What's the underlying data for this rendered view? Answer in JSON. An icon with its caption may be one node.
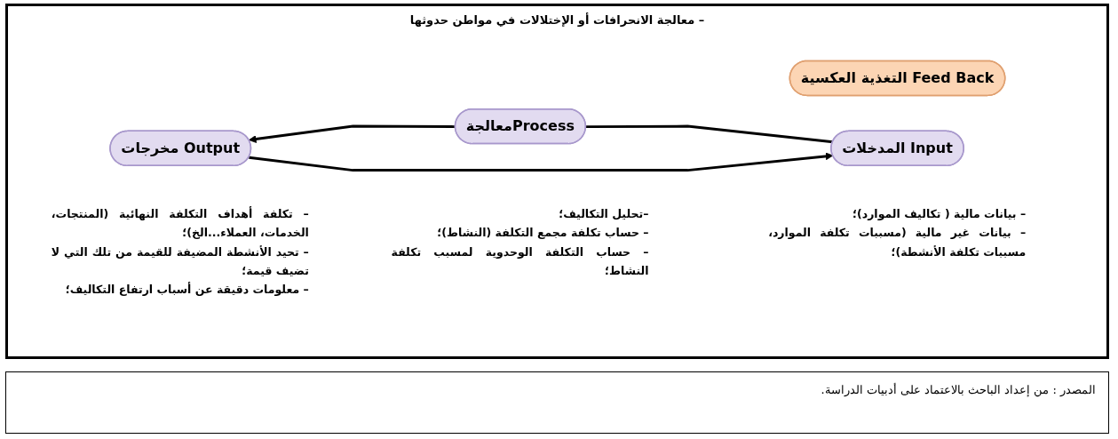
{
  "diagram": {
    "caption": "المصدر : من إعداد الباحث بالاعتماد على أدبيات الدراسة.",
    "nodes": [
      {
        "text": [
          "التغذية العكسية Feed Back"
        ]
      },
      {
        "text": [
          "المدخلات Input"
        ],
        "beside": [
          "– بيانات مالية ( تكاليف الموارد)؛",
          "– بيانات غير مالية (مسببات تكلفة الموارد، مسببات تكلفة الأنشطة)؛"
        ]
      },
      {
        "text": [
          "معالجةProcess"
        ],
        "beside": [
          "–تحليل التكاليف؛",
          "– حساب تكلفة مجمع التكلفة (النشاط)؛",
          "– حساب التكلفة الوحدوية لمسبب تكلفة النشاط؛"
        ]
      },
      {
        "text": [
          "مخرجات Output"
        ],
        "beside": [
          "– تكلفة أهداف التكلفة النهائية (المنتجات، الخدمات، العملاء...الخ)؛",
          "– تحيد الأنشطة المضيفة للقيمة من تلك التي لا تضيف قيمة؛",
          "– معلومات دقيقة عن أسباب ارتفاع التكاليف؛"
        ]
      }
    ],
    "edges": [
      {
        "from": 1,
        "to": 2,
        "arrow": "none"
      },
      {
        "from": 2,
        "to": 3,
        "arrow": "to"
      },
      {
        "from": 3,
        "to": 1,
        "arrow": "to"
      }
    ],
    "labels": [
      "– معالجة الانحرافات أو الإختلالات في مواطن حدوثها"
    ]
  }
}
